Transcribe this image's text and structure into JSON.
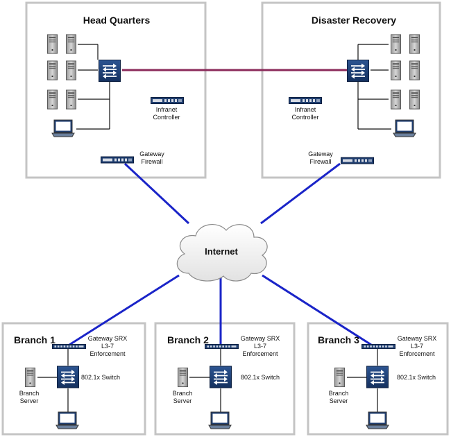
{
  "sites": {
    "hq": {
      "title": "Head Quarters"
    },
    "dr": {
      "title": "Disaster Recovery"
    }
  },
  "labels": {
    "infranet_line1": "Infranet",
    "infranet_line2": "Controller",
    "gateway_line1": "Gateway",
    "firewall_line2": "Firewall",
    "srx_line1": "Gateway SRX",
    "srx_line2": "L3-7",
    "srx_line3": "Enforcement",
    "switch_8021x": "802.1x Switch",
    "branch_server_line1": "Branch",
    "branch_server_line2": "Server"
  },
  "internet": {
    "label": "Internet"
  },
  "branches": [
    {
      "title": "Branch 1"
    },
    {
      "title": "Branch 2"
    },
    {
      "title": "Branch 3"
    }
  ],
  "colors": {
    "wan_link": "#1a24c8",
    "site_link": "#8b2a5a",
    "switch_body": "#1e3f73",
    "box_border": "#c4c4c4"
  },
  "icons": {
    "switch": "network-switch-icon",
    "server": "tower-server-icon",
    "laptop": "laptop-icon",
    "appliance": "rack-appliance-icon",
    "cloud": "cloud-icon"
  }
}
